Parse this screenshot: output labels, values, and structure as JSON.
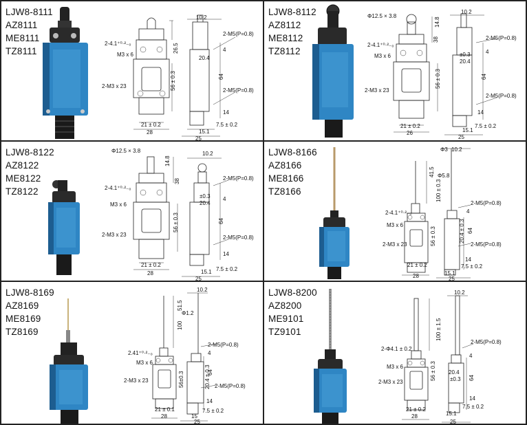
{
  "cells": [
    {
      "models": [
        "LJW8-8111",
        "AZ8111",
        "ME8111",
        "TZ8111"
      ],
      "actuator": "plunger",
      "dims": {
        "top_width": "10.2",
        "tol": "2-4.1⁺⁰·²₋₀",
        "m3": "M3 x 6",
        "top_height": "26.5",
        "side_gap": "4",
        "m5_top": "2-M5(P=0.8)",
        "depth_mid": "20.4",
        "body_height": "56 ± 0.3",
        "side_height": "64",
        "m3x23": "2-M3 x 23",
        "m5_bottom": "2-M5(P=0.8)",
        "gap_14": "14",
        "base_inner": "21 ± 0.2",
        "base_width": "28",
        "side_offset": "7.5 ± 0.2",
        "side_base": "15.1",
        "side_total": "25"
      }
    },
    {
      "models": [
        "LJW8-8112",
        "AZ8112",
        "ME8112",
        "TZ8112"
      ],
      "actuator": "roller-plunger",
      "dims": {
        "roller": "Φ12.5 × 3.8",
        "top_width": "10.2",
        "tol": "2-4.1⁺⁰·²₋₀",
        "m3": "M3 x 6",
        "top_height": "38",
        "side_top": "14.8",
        "side_gap": "4",
        "m5_top": "2-M5(P=0.8)",
        "depth_mid": "20.4",
        "depth_tol": "±0.3",
        "body_height": "56 ± 0.3",
        "side_height": "64",
        "m3x23": "2-M3 x 23",
        "m5_bottom": "2-M5(P=0.8)",
        "gap_14": "14",
        "base_inner": "21 ± 0.2",
        "base_width": "26",
        "side_offset": "7.5 ± 0.2",
        "side_base": "15.1",
        "side_total": "25"
      }
    },
    {
      "models": [
        "LJW8-8122",
        "AZ8122",
        "ME8122",
        "TZ8122"
      ],
      "actuator": "roller-plunger-side",
      "dims": {
        "roller": "Φ12.5 × 3.8",
        "top_width": "10.2",
        "tol": "2-4.1⁺⁰·²₋₀",
        "m3": "M3 x 6",
        "top_height": "38",
        "side_top": "14.8",
        "side_gap": "4",
        "m5_top": "2-M5(P=0.8)",
        "depth_mid": "20.4",
        "depth_tol": "±0.3",
        "body_height": "56 ± 0.3",
        "side_height": "64",
        "m3x23": "2-M3 x 23",
        "m5_bottom": "2-M5(P=0.8)",
        "gap_14": "14",
        "base_inner": "21 ± 0.2",
        "base_width": "28",
        "side_offset": "7.5 ± 0.2",
        "side_base": "15.1",
        "side_total": "25"
      }
    },
    {
      "models": [
        "LJW8-8166",
        "AZ8166",
        "ME8166",
        "TZ8166"
      ],
      "actuator": "rod",
      "dims": {
        "rod": "Φ3",
        "top_width": "10.2",
        "top_height": "41.5",
        "rod_len": "100 ± 0.3",
        "spring": "Φ5.8",
        "tol": "2-4.1⁺⁰·²₋₀",
        "m3": "M3 x 6",
        "m5_top": "2-M5(P=0.8)",
        "side_gap": "4",
        "body_height": "56 ± 0.3",
        "depth_mid": "20.4 ± 0.3",
        "side_height": "64",
        "m3x23": "2-M3 x 23",
        "m5_bottom": "2-M5(P=0.8)",
        "gap_14": "14",
        "base_inner": "21 ± 0.2",
        "base_width": "28",
        "side_offset": "7.5 ± 0.2",
        "side_base": "15.1",
        "side_total": "25"
      }
    },
    {
      "models": [
        "LJW8-8169",
        "AZ8169",
        "ME8169",
        "TZ8169"
      ],
      "actuator": "rod-spring",
      "dims": {
        "top_width": "10.2",
        "top_height": "51.5",
        "rod_len": "100",
        "rod": "Φ1.2",
        "tol": "2.41⁺⁰·²₋₀",
        "m3": "M3 x 6",
        "m5_top": "2-M5(P=0.8)",
        "side_gap": "4",
        "m3x23": "2-M3 x 23",
        "body_height": "56±0.3",
        "depth_mid": "20.4 ± 0.3",
        "side_height": "64",
        "m5_bottom": "2-M5(P=0.8)",
        "gap_14": "14",
        "base_inner": "21 ± 0.1",
        "base_width": "28",
        "side_offset": "7.5 ± 0.2",
        "side_base": "15",
        "side_total": "25"
      }
    },
    {
      "models": [
        "LJW8-8200",
        "AZ8200",
        "ME9101",
        "TZ9101"
      ],
      "actuator": "spring-rod",
      "dims": {
        "top_width": "10.2",
        "rod_len": "100 ± 1.5",
        "m5_top": "2-M5(P=0.8)",
        "tol": "2-Φ4.1 ± 0.2",
        "side_gap": "4",
        "m3": "M3 x 6",
        "body_height": "56 ± 0.3",
        "depth_mid": "20.4",
        "depth_tol": "±0.3",
        "side_height": "64",
        "m3x23": "2-M3 x 23",
        "gap_14": "14",
        "base_inner": "21 ± 0.2",
        "base_width": "28",
        "side_offset": "7.5 ± 0.2",
        "side_base": "15.1",
        "side_total": "25"
      }
    }
  ],
  "colors": {
    "switch_body": "#2f86c4",
    "switch_body_dark": "#1d5d90",
    "plunger": "#1e1e1e",
    "line": "#222222"
  }
}
